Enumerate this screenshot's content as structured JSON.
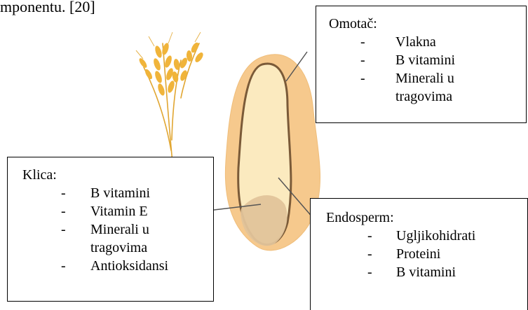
{
  "caption": "mponentu. [20]",
  "omotac": {
    "title": "Omotač:",
    "items": [
      "Vlakna",
      "B vitamini",
      "Minerali u",
      "tragovima"
    ]
  },
  "klica": {
    "title": "Klica:",
    "items": [
      "B vitamini",
      "Vitamin E",
      "Minerali u",
      "tragovima",
      "Antioksidansi"
    ]
  },
  "endosperm": {
    "title": "Endosperm:",
    "items": [
      "Ugljikohidrati",
      "Proteini",
      "B vitamini"
    ]
  },
  "colors": {
    "kernel_outer": "#f6c98d",
    "kernel_inner": "#fbeabf",
    "germ": "#e2c49a",
    "outline": "#7a5a38",
    "wheat": "#f0b43a"
  }
}
